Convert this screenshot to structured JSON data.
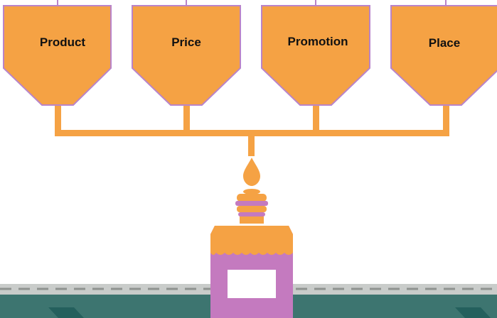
{
  "hoppers": [
    {
      "label": "Product",
      "icon": "hopper-funnel"
    },
    {
      "label": "Price",
      "icon": "hopper-funnel"
    },
    {
      "label": "Promotion",
      "icon": "hopper-funnel"
    },
    {
      "label": "Place",
      "icon": "hopper-funnel"
    }
  ],
  "colors": {
    "orange": "#F5A244",
    "purple": "#C47ABF",
    "outline": "#B984C9",
    "belt": "#3D7570",
    "belt_top": "#C9CCCA",
    "dash": "#8E9390",
    "arrow": "#24605D",
    "label_box": "#FFFFFF"
  },
  "icons": {
    "droplet": "droplet-icon",
    "bottle": "bottle-icon",
    "conveyor": "conveyor-belt",
    "arrows": "chevron-right-icon"
  }
}
